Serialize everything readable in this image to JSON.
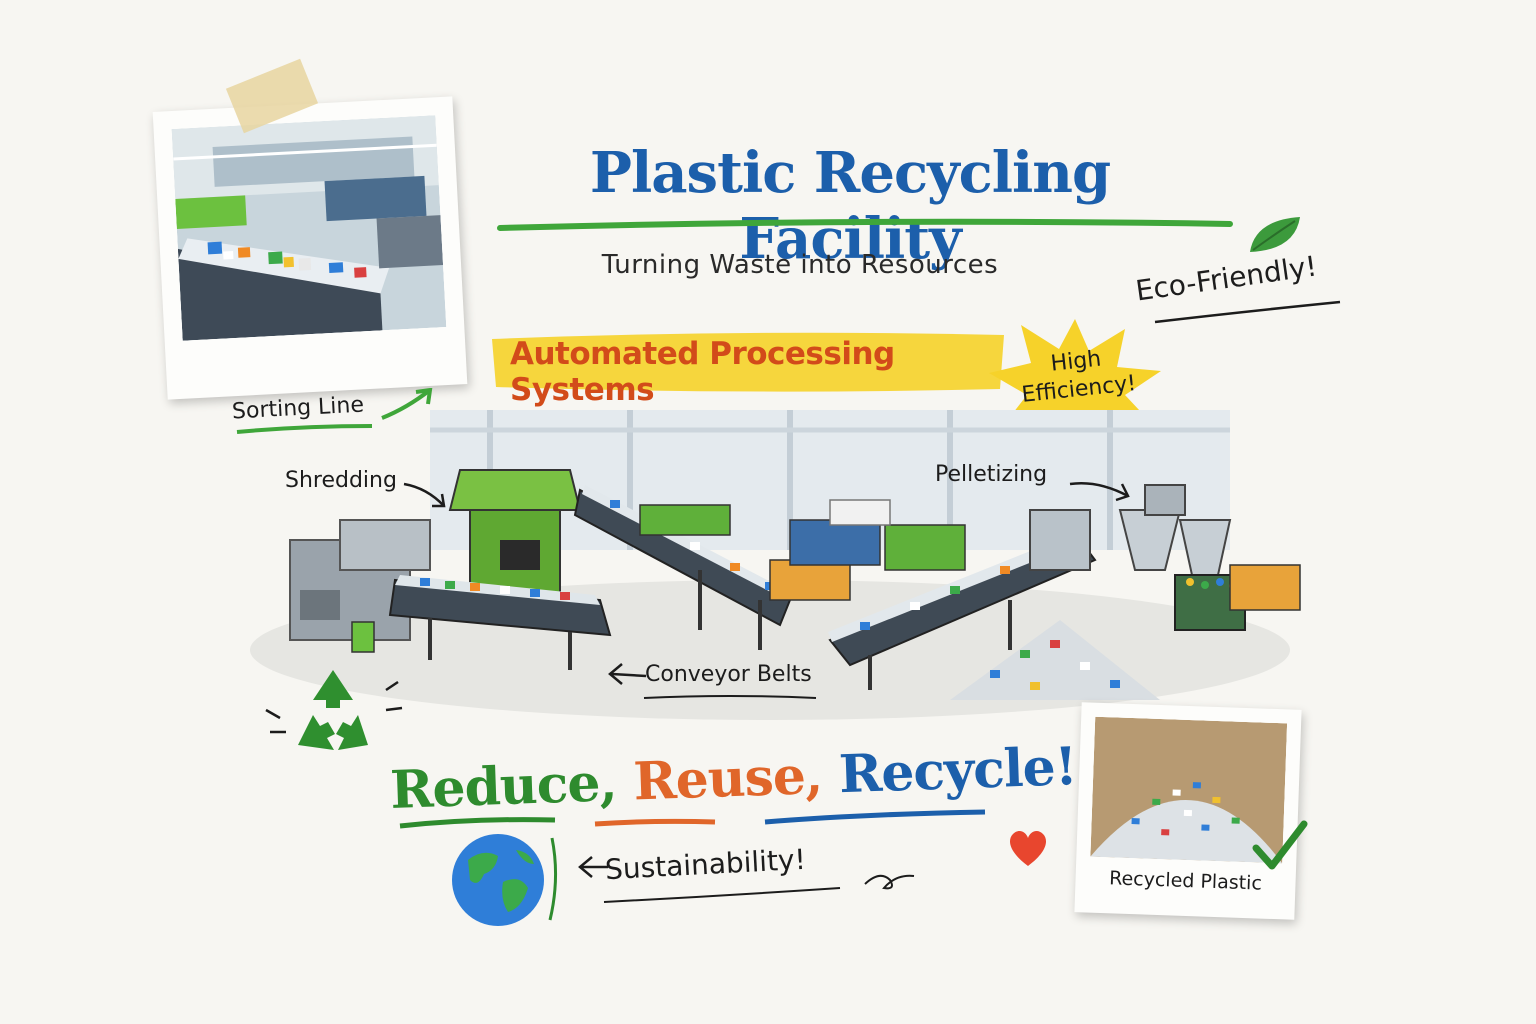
{
  "header": {
    "title": "Plastic Recycling Facility",
    "subtitle": "Turning Waste into Resources",
    "eco_note": "Eco-Friendly!"
  },
  "banner": {
    "text": "Automated Processing Systems",
    "burst_text": "High Efficiency!"
  },
  "labels": {
    "sorting_line": "Sorting Line",
    "shredding": "Shredding",
    "pelletizing": "Pelletizing",
    "conveyor_belts": "Conveyor Belts"
  },
  "photo_caption": "Recycled Plastic",
  "slogan": {
    "reduce": "Reduce,",
    "reuse": "Reuse,",
    "recycle": "Recycle!"
  },
  "sustainability": "Sustainability!",
  "colors": {
    "title_blue": "#1c5fab",
    "accent_green": "#2e8b2e",
    "accent_orange": "#e0662a",
    "banner_yellow": "#f5d22e"
  },
  "icons": [
    "recycle-icon",
    "globe-icon",
    "heart-icon",
    "leaf-icon",
    "check-icon"
  ]
}
